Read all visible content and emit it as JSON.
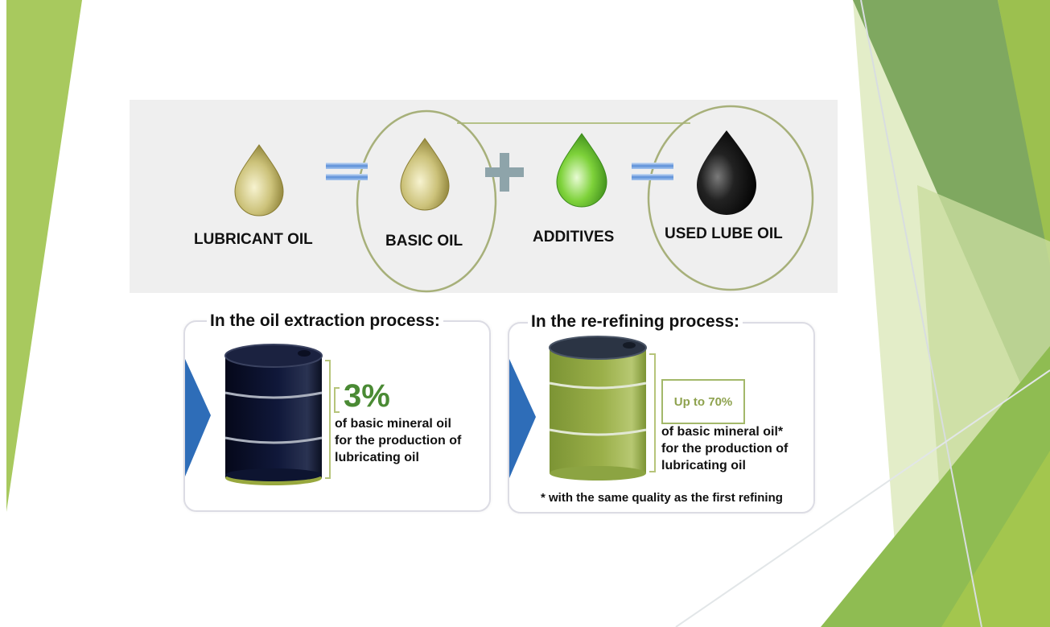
{
  "colors": {
    "accent_green": "#4a8a34",
    "light_green": "#a3b86a",
    "blue_arrow": "#2e6db8",
    "panel_gray": "#efefef"
  },
  "equation": {
    "lubricant_oil": "LUBRICANT OIL",
    "basic_oil": "BASIC OIL",
    "additives": "ADDITIVES",
    "used_lube_oil": "USED LUBE OIL",
    "operators": [
      "equals-icon",
      "plus-icon",
      "equals-icon"
    ]
  },
  "extraction": {
    "title": "In the oil extraction process:",
    "percent": "3%",
    "description": "of basic mineral oil\nfor the production of\nlubricating oil"
  },
  "rerefining": {
    "title": "In the re-refining process:",
    "percent": "Up to 70%",
    "description": "of basic mineral oil*\nfor the production of\nlubricating oil",
    "footnote": "* with the same quality as the first refining"
  }
}
